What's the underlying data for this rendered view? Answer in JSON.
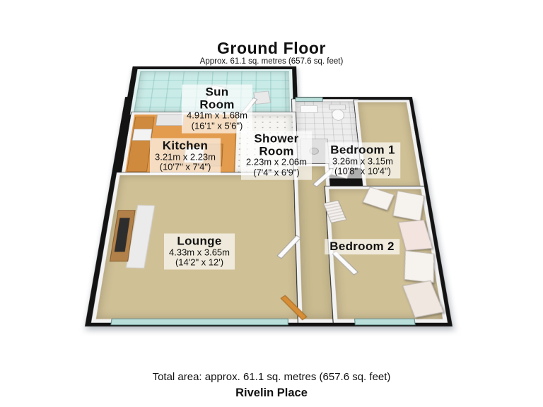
{
  "header": {
    "title": "Ground Floor",
    "subtitle": "Approx. 61.1 sq. metres (657.6 sq. feet)"
  },
  "footer": {
    "total_area": "Total area: approx. 61.1 sq. metres (657.6 sq. feet)",
    "property_name": "Rivelin Place"
  },
  "rooms": [
    {
      "id": "sun-room",
      "lines": [
        "Sun",
        "Room"
      ],
      "metric": "4.91m x 1.68m",
      "imperial": "(16'1\" x 5'6\")"
    },
    {
      "id": "kitchen",
      "lines": [
        "Kitchen"
      ],
      "metric": "3.21m x 2.23m",
      "imperial": "(10'7\" x 7'4\")"
    },
    {
      "id": "shower-room",
      "lines": [
        "Shower",
        "Room"
      ],
      "metric": "2.23m x 2.06m",
      "imperial": "(7'4\" x 6'9\")"
    },
    {
      "id": "bedroom-1",
      "lines": [
        "Bedroom 1"
      ],
      "metric": "3.26m x 3.15m",
      "imperial": "(10'8\" x 10'4\")"
    },
    {
      "id": "lounge",
      "lines": [
        "Lounge"
      ],
      "metric": "4.33m x 3.65m",
      "imperial": "(14'2\" x 12')"
    },
    {
      "id": "bedroom-2",
      "lines": [
        "Bedroom 2"
      ]
    }
  ],
  "colors": {
    "floor_tan": "#d0c096",
    "kitchen_orange": "#e39b4e",
    "kitchen_unit_orange": "#cf8a3e",
    "glass_teal": "#c9ebe7",
    "window_teal": "#badfdb",
    "tile_white": "#ededed",
    "wall_black": "#131313",
    "wall_white": "#f2f2f2",
    "front_door_orange": "#d78d35"
  }
}
